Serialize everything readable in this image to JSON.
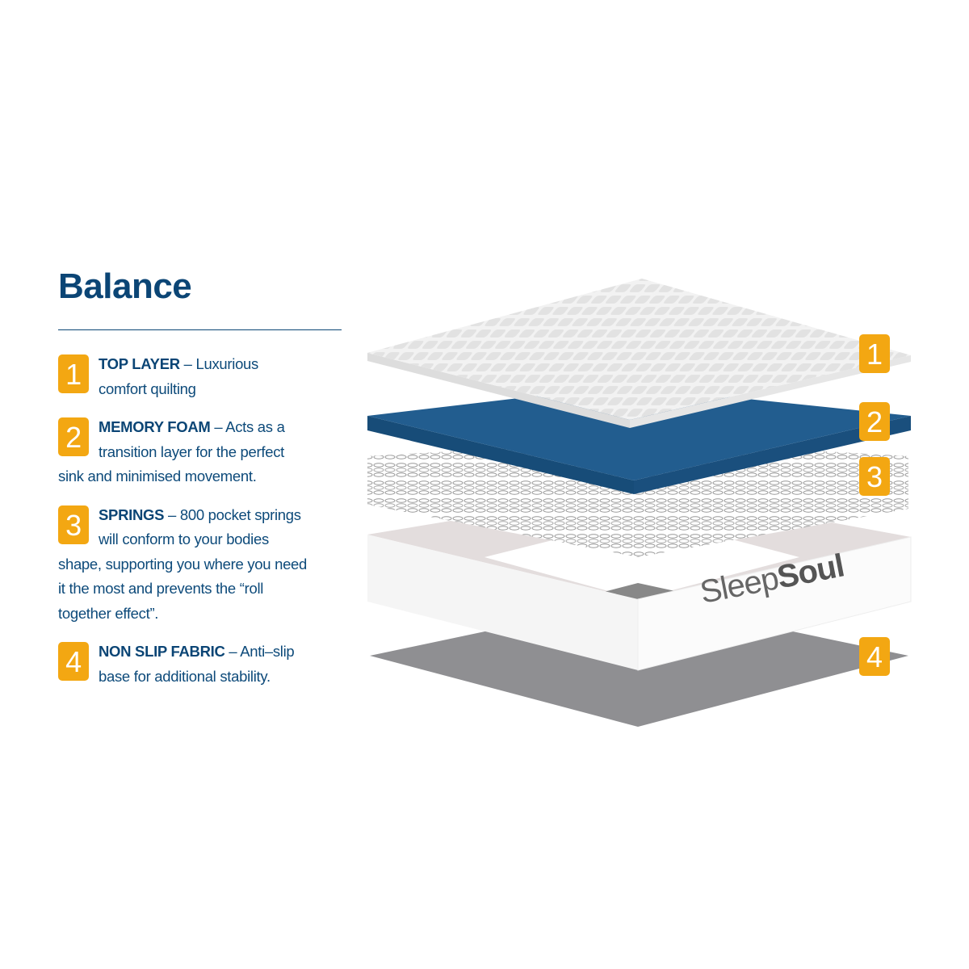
{
  "title": "Balance",
  "items": [
    {
      "number": "1",
      "title": "TOP LAYER",
      "desc": " – Luxurious comfort quilting"
    },
    {
      "number": "2",
      "title": "MEMORY FOAM",
      "desc": " – Acts as a transition layer for the perfect sink and minimised movement."
    },
    {
      "number": "3",
      "title": "SPRINGS",
      "desc": " – 800 pocket springs will conform to your bodies shape, supporting you where you need it the most and prevents the “roll together effect”."
    },
    {
      "number": "4",
      "title": "NON SLIP FABRIC",
      "desc": " – Anti–slip base for additional stability."
    }
  ],
  "logo": {
    "part1": "Sleep",
    "part2": "Soul"
  },
  "colors": {
    "navy": "#0b4575",
    "badge": "#f3a712",
    "foam": "#1f5a8c"
  }
}
